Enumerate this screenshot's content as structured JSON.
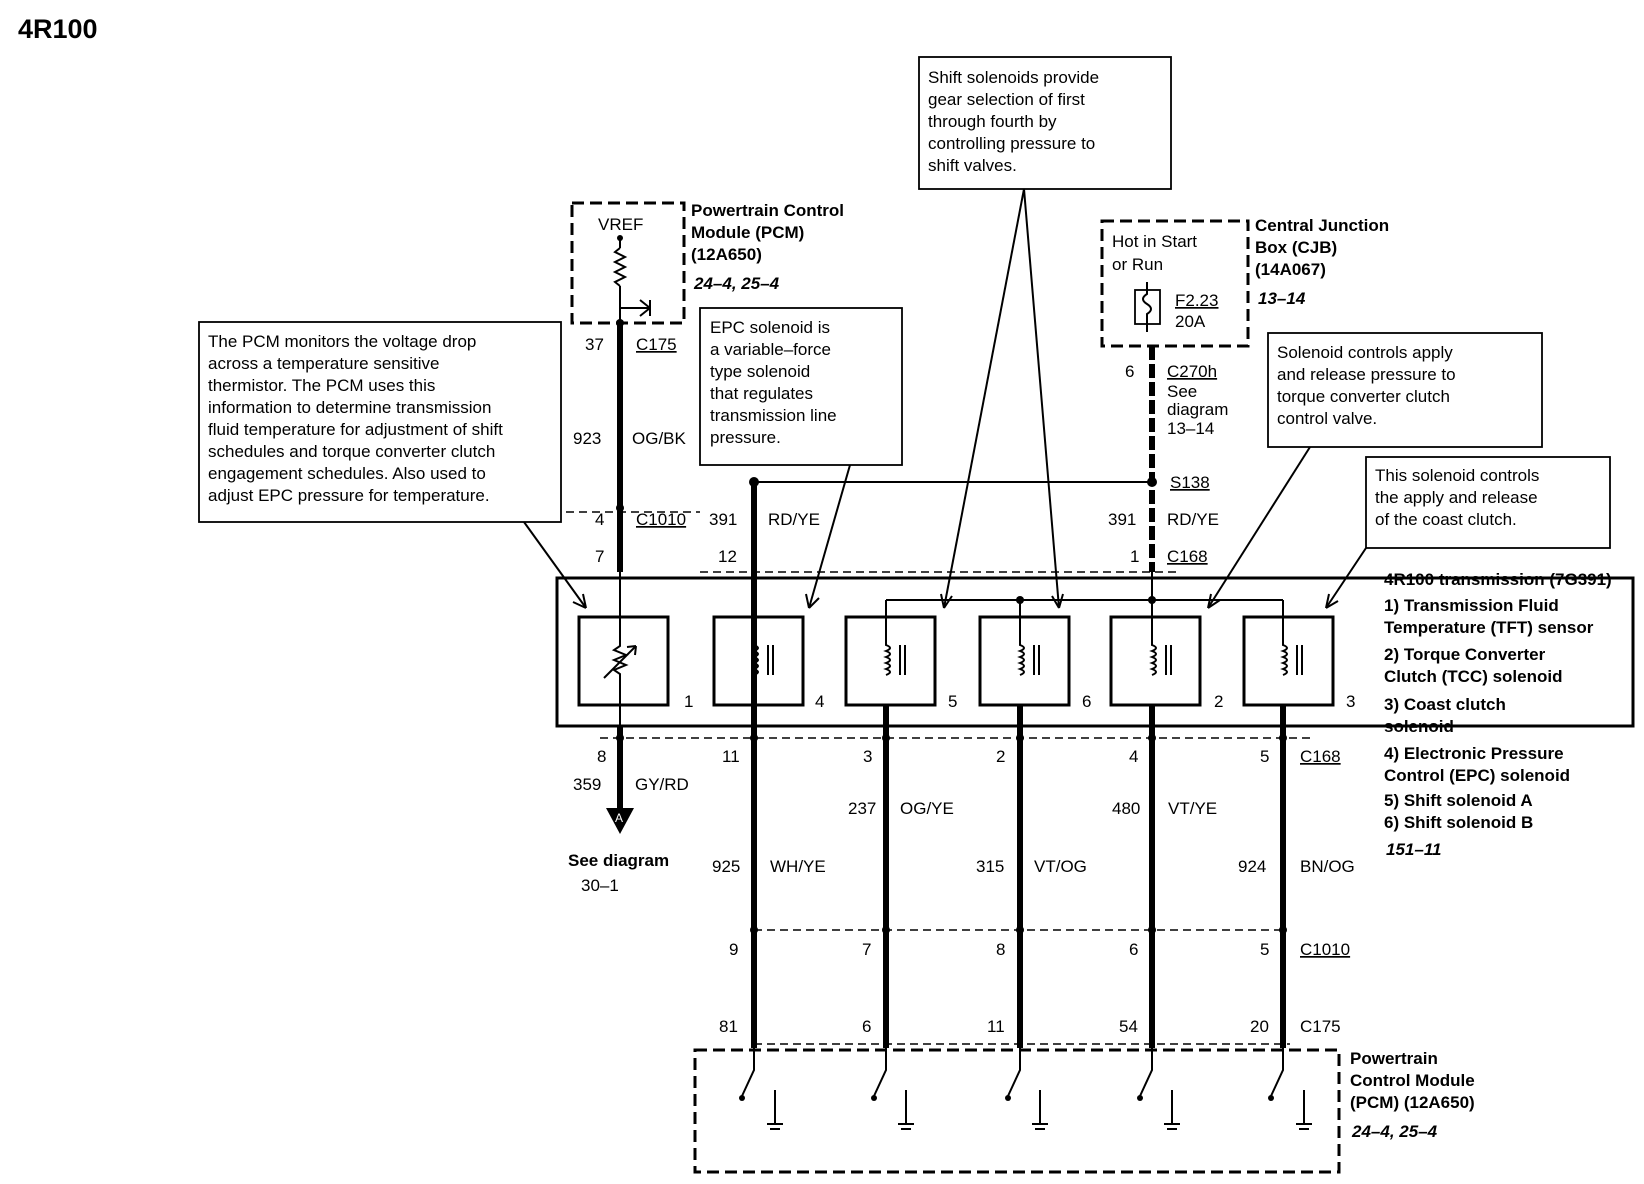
{
  "title": "4R100",
  "callouts": {
    "tft": [
      "The PCM monitors the voltage drop",
      "across a temperature sensitive",
      "thermistor. The PCM uses this",
      "information to determine transmission",
      "fluid temperature for adjustment of shift",
      "schedules and torque converter clutch",
      "engagement schedules. Also used to",
      "adjust EPC pressure for temperature."
    ],
    "epc": [
      "EPC solenoid is",
      "a variable–force",
      "type solenoid",
      "that regulates",
      "transmission line",
      "pressure."
    ],
    "shift": [
      "Shift solenoids provide",
      "gear selection of first",
      "through fourth by",
      "controlling pressure to",
      "shift valves."
    ],
    "tcc": [
      "Solenoid controls apply",
      "and release pressure to",
      "torque converter clutch",
      "control valve."
    ],
    "coast": [
      "This solenoid controls",
      "the apply and release",
      "of the coast clutch."
    ]
  },
  "pcm_top": {
    "vref": "VREF",
    "name": [
      "Powertrain Control",
      "Module (PCM)",
      "(12A650)"
    ],
    "ref": "24–4, 25–4"
  },
  "cjb": {
    "hot": [
      "Hot in Start",
      "or Run"
    ],
    "fuse": "F2.23",
    "amps": "20A",
    "name": [
      "Central Junction",
      "Box (CJB)",
      "(14A067)"
    ],
    "ref": "13–14"
  },
  "top_labels": {
    "pin37": "37",
    "c175": "C175",
    "circuit923": "923",
    "color923": "OG/BK",
    "pin4": "4",
    "c1010": "C1010",
    "pin7": "7",
    "circuit391a": "391",
    "color391a": "RD/YE",
    "pin12": "12",
    "pin6": "6",
    "c270h": "C270h",
    "see": "See",
    "diagram": "diagram",
    "ref1314": "13–14",
    "s138": "S138",
    "circuit391b": "391",
    "color391b": "RD/YE",
    "pin1": "1",
    "c168": "C168"
  },
  "transmission": {
    "name": "4R100 transmission (7G391)",
    "components": [
      [
        "1) Transmission Fluid",
        "Temperature (TFT) sensor"
      ],
      [
        "2) Torque Converter",
        "Clutch (TCC) solenoid"
      ],
      [
        "3) Coast clutch",
        "solenoid"
      ],
      [
        "4) Electronic Pressure",
        "Control (EPC) solenoid"
      ],
      [
        "5) Shift solenoid A"
      ],
      [
        "6) Shift solenoid B"
      ]
    ],
    "ref": "151–11",
    "numbers": [
      "1",
      "4",
      "5",
      "6",
      "2",
      "3"
    ]
  },
  "bottom_labels": {
    "c168_pins": [
      "8",
      "11",
      "3",
      "2",
      "4",
      "5"
    ],
    "c168": "C168",
    "circuit359": "359",
    "color359": "GY/RD",
    "connector_a": "A",
    "see_diagram": "See diagram",
    "ref301": "30–1",
    "circuit925": "925",
    "color925": "WH/YE",
    "circuit237": "237",
    "color237": "OG/YE",
    "circuit315": "315",
    "color315": "VT/OG",
    "circuit480": "480",
    "color480": "VT/YE",
    "circuit924": "924",
    "color924": "BN/OG",
    "c1010_pins": [
      "9",
      "7",
      "8",
      "6",
      "5"
    ],
    "c1010": "C1010",
    "c175_pins": [
      "81",
      "6",
      "11",
      "54",
      "20"
    ],
    "c175": "C175"
  },
  "pcm_bottom": {
    "name": [
      "Powertrain",
      "Control Module",
      "(PCM) (12A650)"
    ],
    "ref": "24–4, 25–4"
  }
}
